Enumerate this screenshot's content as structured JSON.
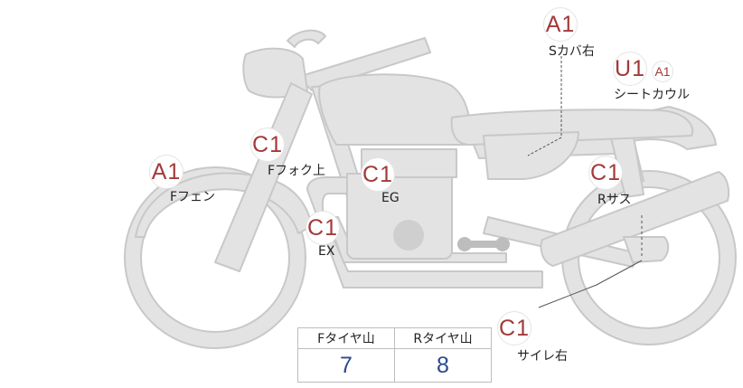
{
  "colors": {
    "part_fill": "#e3e3e3",
    "part_stroke": "#c9c9c9",
    "badge_text": "#a33a3a",
    "value_text": "#2b4a8c"
  },
  "parts": {
    "s_cover_right": {
      "code": "A1",
      "label": "Sカバ右"
    },
    "seat_cowl": {
      "code": "U1",
      "sub_code": "A1",
      "label": "シートカウル"
    },
    "f_fork_upper": {
      "code": "C1",
      "label": "Fフォク上"
    },
    "f_fender": {
      "code": "A1",
      "label": "Fフェン"
    },
    "engine": {
      "code": "C1",
      "label": "EG"
    },
    "exhaust": {
      "code": "C1",
      "label": "EX"
    },
    "r_suspension": {
      "code": "C1",
      "label": "Rサス"
    },
    "muffler_right": {
      "code": "C1",
      "label": "サイレ右"
    }
  },
  "tire_table": {
    "front_header": "Fタイヤ山",
    "rear_header": "Rタイヤ山",
    "front_value": "7",
    "rear_value": "8"
  }
}
